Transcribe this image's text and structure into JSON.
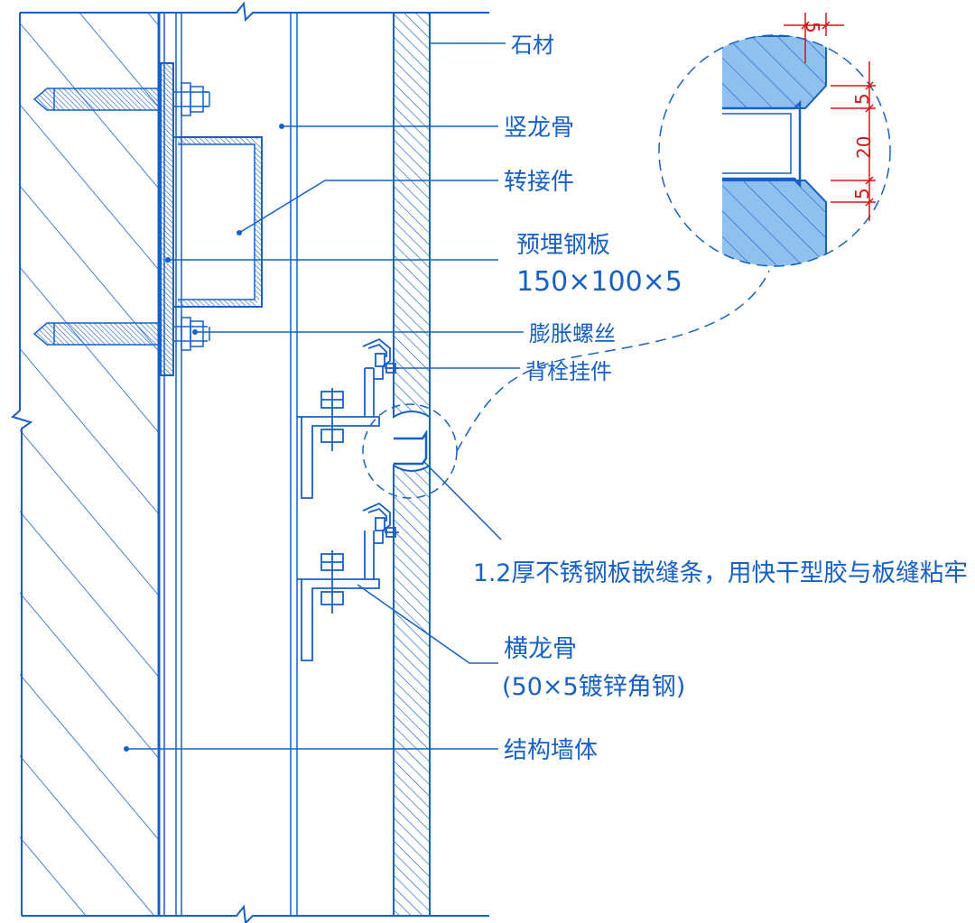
{
  "colors": {
    "line": "#1660c8",
    "stone_fill": "#8fc0ee",
    "dimension": "#e01010",
    "background": "#ffffff"
  },
  "labels": {
    "stone": "石材",
    "vertical_keel": "竖龙骨",
    "adapter": "转接件",
    "embedded_plate": "预埋钢板",
    "embedded_plate_size": "150×100×5",
    "expansion_bolt": "膨胀螺丝",
    "back_bolt_hanger": "背栓挂件",
    "joint_strip": "1.2厚不锈钢板嵌缝条，用快干型胶与板缝粘牢",
    "horizontal_keel": "横龙骨",
    "horizontal_keel_spec": "(50×5镀锌角钢)",
    "structural_wall": "结构墙体"
  },
  "detail_dims": {
    "top": "5",
    "side_upper": "5",
    "middle": "20",
    "side_lower": "5"
  }
}
